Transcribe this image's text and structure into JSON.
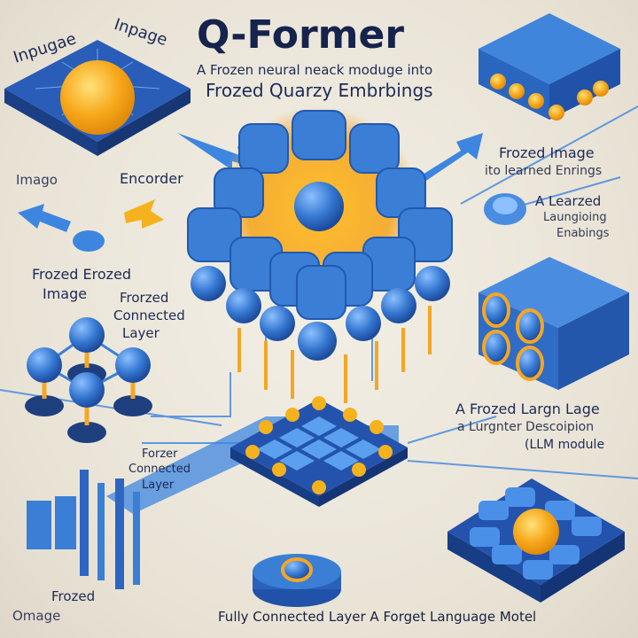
{
  "title": "Q-Former",
  "subtitle_line1": "A Frozen neural neack moduge into",
  "subtitle_line2": "Frozed Quarzy Embrbings",
  "labels": {
    "top_left_a": "Inpugae",
    "top_left_b": "Inpage",
    "image": "Imago",
    "encoder": "Encorder",
    "frozed_erozed": "Frozed Erozed",
    "image2": "Image",
    "frozed_connected_1": "Frorzed",
    "frozed_connected_2": "Connected",
    "frozed_connected_3": "Layer",
    "right_top_1": "Frozed Image",
    "right_top_2": "ito learned Enrings",
    "right_mid_1": "A Learzed",
    "right_mid_2": "Laungioing",
    "right_mid_3": "Enabings",
    "right_llm_1": "A Frozed Largn Lage",
    "right_llm_2": "a Lurgnter Descoipion",
    "right_llm_3": "(LLM module",
    "forzer_1": "Forzer",
    "forzer_2": "Connected",
    "forzer_3": "Layer",
    "bottom_left_1": "Frozed",
    "bottom_left_2": "Omage",
    "bottom_caption": "Fully Connected Layer A Forget Language Motel"
  },
  "colors": {
    "background": "#ece6da",
    "primary_blue": "#3a7fd5",
    "dark_blue": "#1e4fa0",
    "accent_orange": "#f5a623",
    "text": "#1c2a55"
  }
}
